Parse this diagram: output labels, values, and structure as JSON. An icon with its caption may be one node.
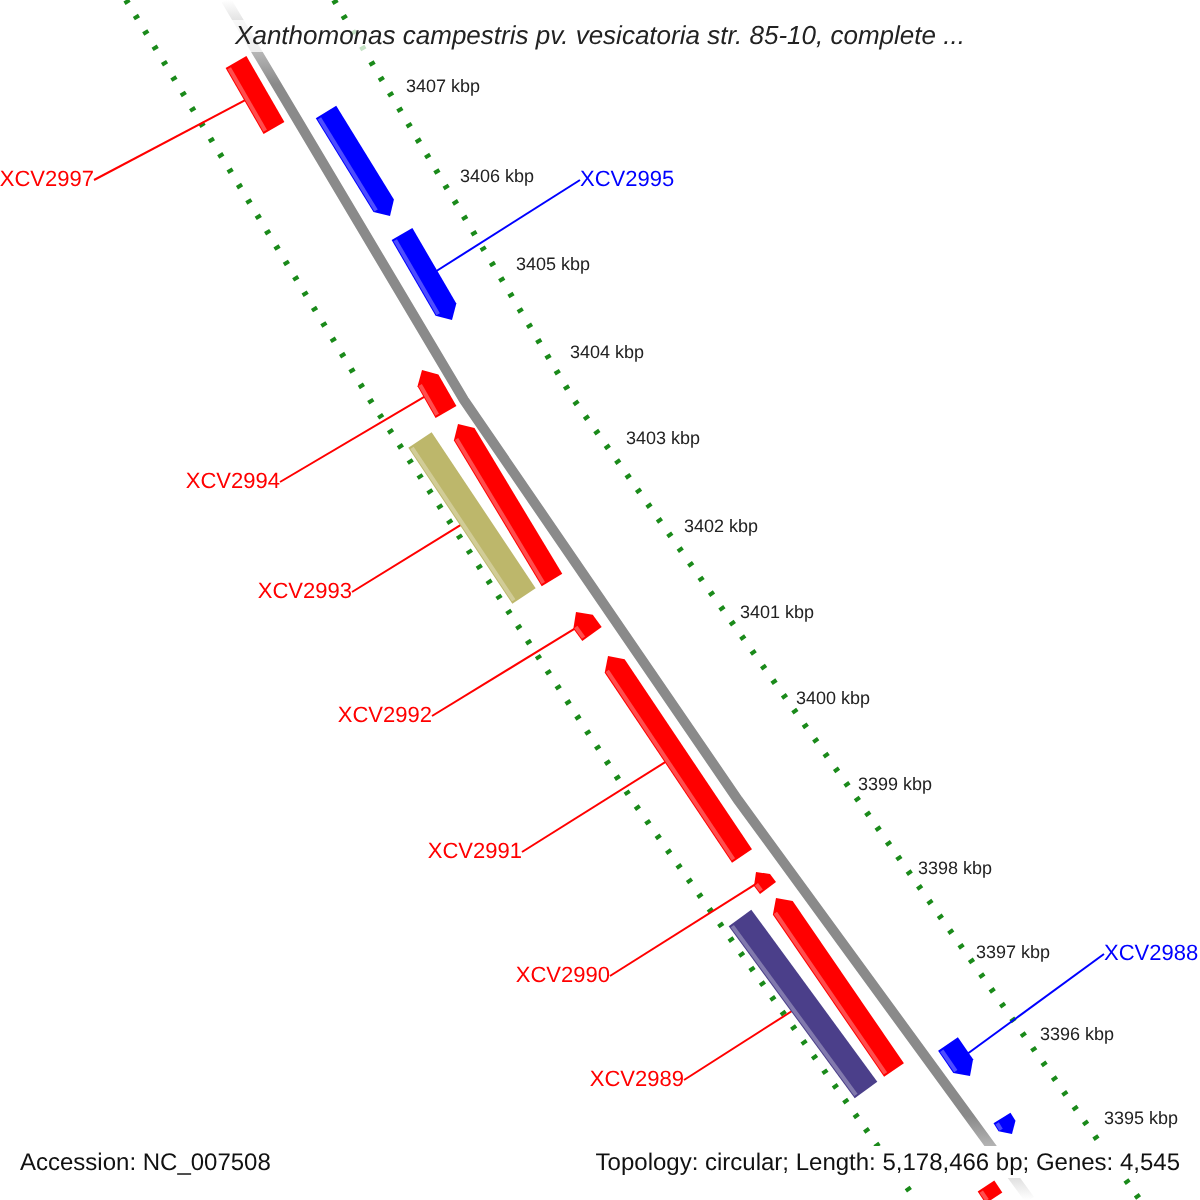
{
  "diagram": {
    "title": "Xanthomonas campestris pv. vesicatoria str. 85-10, complete ...",
    "nodes": [
      {
        "text": [],
        "shape": "bar"
      },
      {
        "text": [
          "XCV2997"
        ]
      },
      {
        "text": [],
        "shape": "bar"
      },
      {
        "text": [
          "XCV2995"
        ]
      },
      {
        "text": [],
        "shape": "bar"
      },
      {
        "text": [],
        "shape": "bar"
      },
      {
        "text": [],
        "shape": "bar"
      },
      {
        "text": [],
        "shape": "bar"
      },
      {
        "text": [
          "XCV2994"
        ]
      },
      {
        "text": [
          "XCV2993"
        ]
      },
      {
        "text": [],
        "shape": "bar"
      },
      {
        "text": [
          "XCV2992"
        ]
      },
      {
        "text": [],
        "shape": "bar"
      },
      {
        "text": [
          "XCV2991"
        ]
      },
      {
        "text": [],
        "shape": "bar"
      },
      {
        "text": [],
        "shape": "bar"
      },
      {
        "text": [],
        "shape": "bar"
      },
      {
        "text": [
          "XCV2990"
        ]
      },
      {
        "text": [
          "XCV2989"
        ]
      },
      {
        "text": [],
        "shape": "bar"
      },
      {
        "text": [
          "XCV2988"
        ]
      },
      {
        "text": [],
        "shape": "bar"
      },
      {
        "text": [],
        "shape": "bar"
      }
    ],
    "edges": [
      {
        "from": 1,
        "to": 0,
        "arrow": "none"
      },
      {
        "from": 3,
        "to": 4,
        "arrow": "none",
        "color": "#0000ff"
      },
      {
        "from": 8,
        "to": 5,
        "arrow": "none"
      },
      {
        "from": 9,
        "to": 7,
        "arrow": "none"
      },
      {
        "from": 11,
        "to": 10,
        "arrow": "none"
      },
      {
        "from": 13,
        "to": 12,
        "arrow": "none"
      },
      {
        "from": 17,
        "to": 14,
        "arrow": "none"
      },
      {
        "from": 18,
        "to": 15,
        "arrow": "none"
      },
      {
        "from": 20,
        "to": 19,
        "arrow": "none",
        "color": "#0000ff"
      }
    ],
    "labels": [
      "3407 kbp",
      "3406 kbp",
      "3405 kbp",
      "3404 kbp",
      "3403 kbp",
      "3402 kbp",
      "3401 kbp",
      "3400 kbp",
      "3399 kbp",
      "3398 kbp",
      "3397 kbp",
      "3396 kbp",
      "3395 kbp",
      "Accession: NC_007508",
      "Topology: circular; Length: 5,178,466 bp; Genes: 4,545"
    ]
  }
}
